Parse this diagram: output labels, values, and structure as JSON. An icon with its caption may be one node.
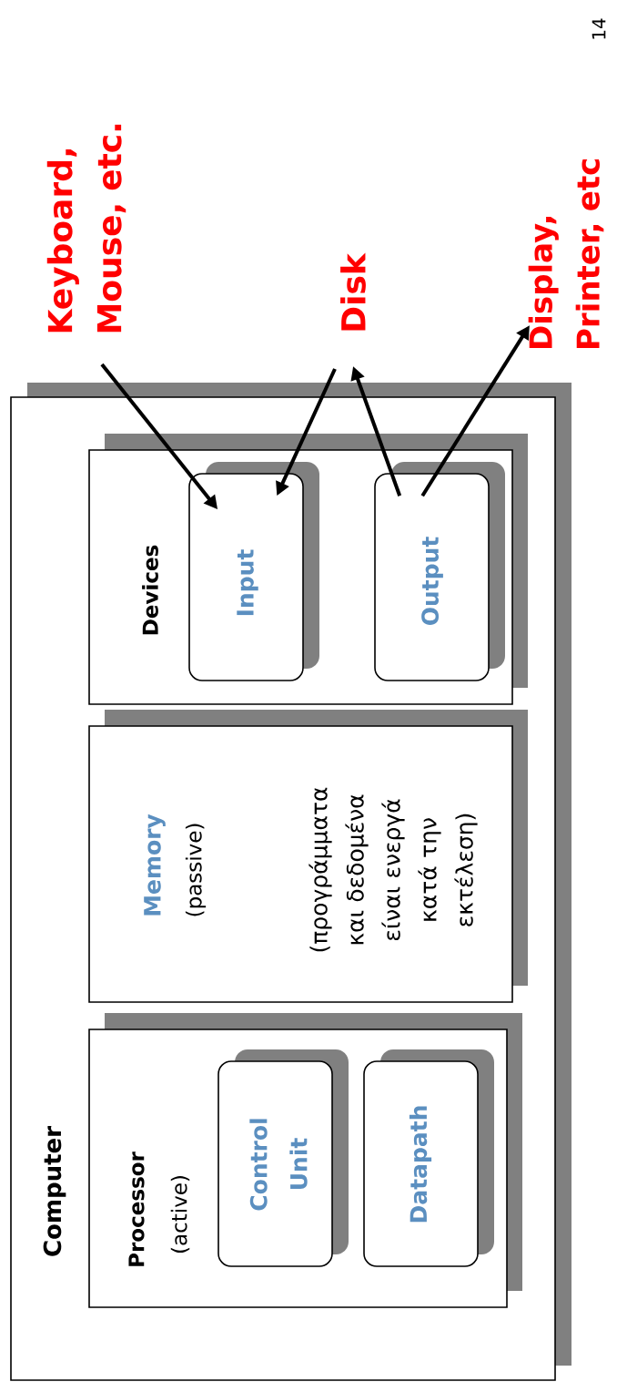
{
  "diagram": {
    "nodes": [
      {
        "text": [
          "Computer"
        ]
      },
      {
        "text": [
          "Processor",
          "(active)"
        ],
        "in": 0
      },
      {
        "text": [
          "Control Unit"
        ],
        "in": 1
      },
      {
        "text": [
          "Datapath"
        ],
        "in": 1
      },
      {
        "text": [
          "Memory",
          "(passive)",
          "(προγράμματα και δεδομένα είναι ενεργά κατά την εκτέλεση)"
        ],
        "in": 0
      },
      {
        "text": [
          "Devices"
        ],
        "in": 0
      },
      {
        "text": [
          "Input"
        ],
        "in": 5
      },
      {
        "text": [
          "Output"
        ],
        "in": 5
      },
      {
        "text": [
          "Keyboard, Mouse, etc."
        ]
      },
      {
        "text": [
          "Disk"
        ]
      },
      {
        "text": [
          "Display, Printer, etc"
        ]
      }
    ],
    "edges": [
      {
        "from": 8,
        "to": 6,
        "arrow": "to"
      },
      {
        "from": 9,
        "to": 6,
        "arrow": "to"
      },
      {
        "from": 7,
        "to": 9,
        "arrow": "to"
      },
      {
        "from": 7,
        "to": 10,
        "arrow": "to"
      }
    ],
    "labels": [
      "14"
    ]
  }
}
